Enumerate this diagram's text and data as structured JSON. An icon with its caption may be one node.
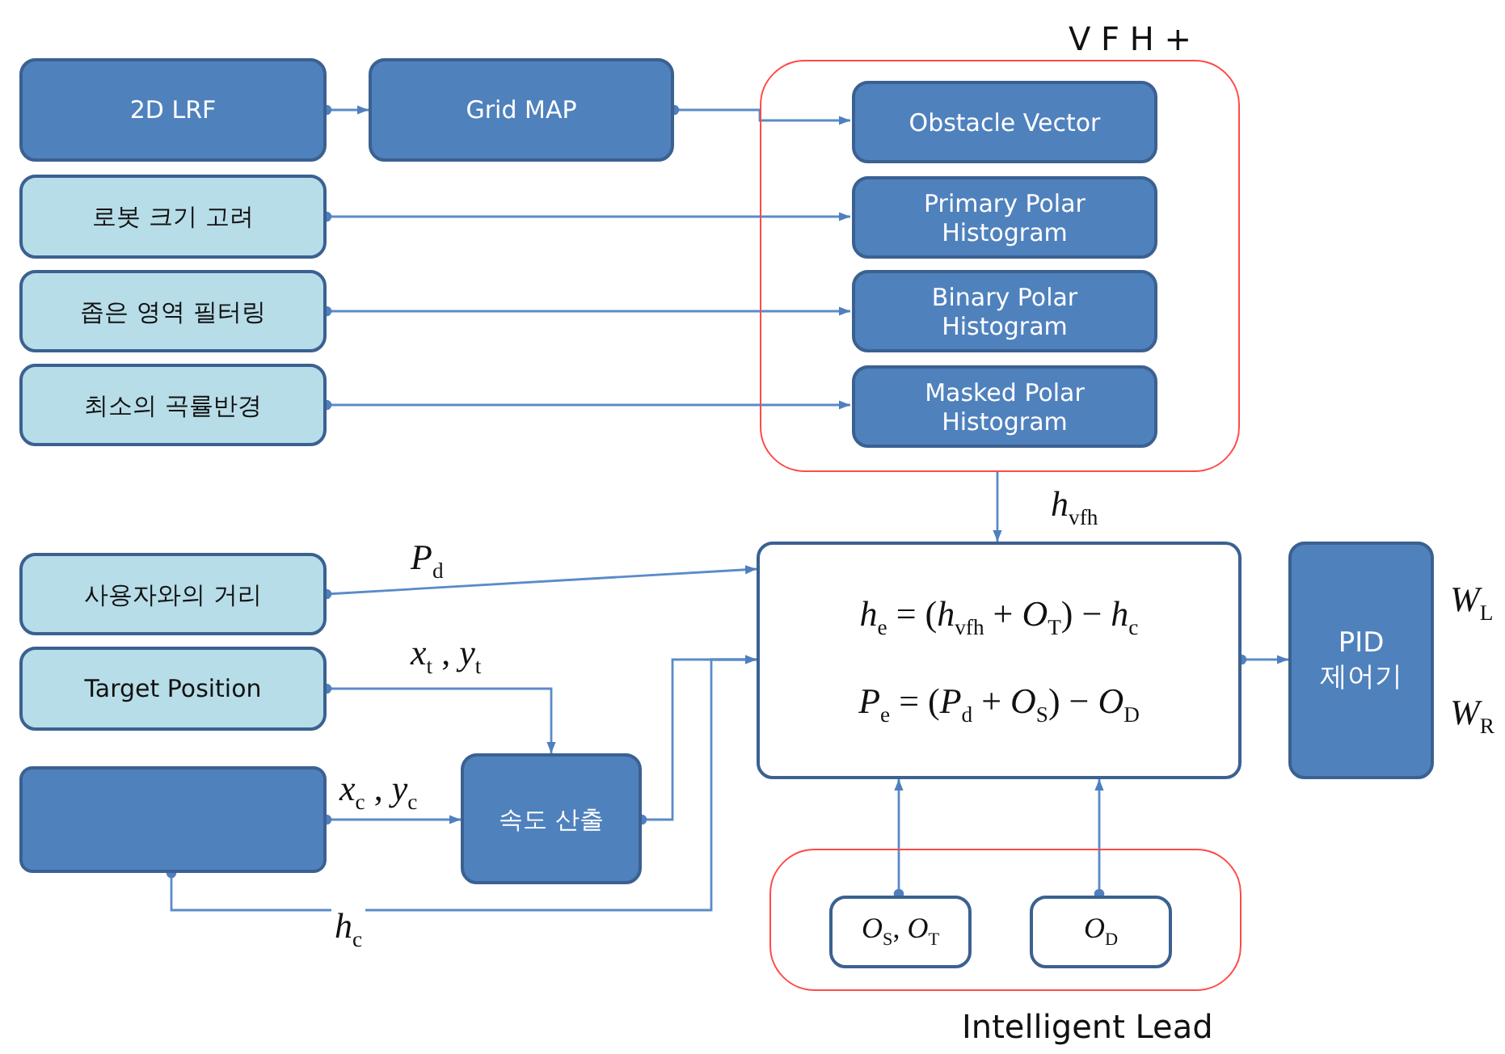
{
  "diagram": {
    "nodes": [
      {
        "text": [
          "V F H +"
        ]
      },
      {
        "text": [
          "2D LRF"
        ]
      },
      {
        "text": [
          "Grid MAP"
        ]
      },
      {
        "text": [
          "Obstacle Vector"
        ],
        "in": 0
      },
      {
        "text": [
          "Primary Polar Histogram"
        ],
        "in": 0
      },
      {
        "text": [
          "Binary Polar Histogram"
        ],
        "in": 0
      },
      {
        "text": [
          "Masked Polar Histogram"
        ],
        "in": 0
      },
      {
        "text": [
          "로봇 크기 고려"
        ]
      },
      {
        "text": [
          "좁은 영역 필터링"
        ]
      },
      {
        "text": [
          "최소의 곡률반경"
        ]
      },
      {
        "text": [
          "사용자와의 거리"
        ]
      },
      {
        "text": [
          "Target Position"
        ]
      },
      {
        "text": [],
        "shape": "box"
      },
      {
        "text": [
          "속도 산출"
        ]
      },
      {
        "text": [
          "*h*$_{e}$ = (*h*$_{vfh}$ + *O*$_{T}$) − *h*$_{c}$",
          "*P*$_{e}$ = (*P*$_{d}$ + *O*$_{S}$) − *O*$_{D}$"
        ]
      },
      {
        "text": [
          "PID 제어기"
        ],
        "beside": [
          "*W*$_{L}$",
          "*W*$_{R}$"
        ]
      },
      {
        "text": [
          "Intelligent Lead"
        ]
      },
      {
        "text": [
          "*O*$_{S}$, *O*$_{T}$"
        ],
        "in": 16
      },
      {
        "text": [
          "*O*$_{D}$"
        ],
        "in": 16
      }
    ],
    "edges": [
      {
        "from": 1,
        "to": 2,
        "arrow": "to"
      },
      {
        "from": 2,
        "to": 3,
        "arrow": "to"
      },
      {
        "from": 7,
        "to": 4,
        "arrow": "to"
      },
      {
        "from": 8,
        "to": 5,
        "arrow": "to"
      },
      {
        "from": 9,
        "to": 6,
        "arrow": "to"
      },
      {
        "from": 0,
        "to": 14,
        "label": "*h*$_{vfh}$",
        "arrow": "to"
      },
      {
        "from": 10,
        "to": 14,
        "label": "*P*$_{d}$",
        "arrow": "to"
      },
      {
        "from": 11,
        "to": 13,
        "label": "*x*$_{t}$ , *y*$_{t}$",
        "arrow": "to"
      },
      {
        "from": 12,
        "to": 13,
        "label": "*x*$_{c}$ , *y*$_{c}$",
        "arrow": "to"
      },
      {
        "from": 13,
        "to": 14,
        "arrow": "to"
      },
      {
        "from": 12,
        "to": 14,
        "label": "*h*$_{c}$",
        "arrow": "to"
      },
      {
        "from": 14,
        "to": 15,
        "arrow": "to"
      },
      {
        "from": 17,
        "to": 14,
        "arrow": "to"
      },
      {
        "from": 18,
        "to": 14,
        "arrow": "to"
      }
    ]
  }
}
